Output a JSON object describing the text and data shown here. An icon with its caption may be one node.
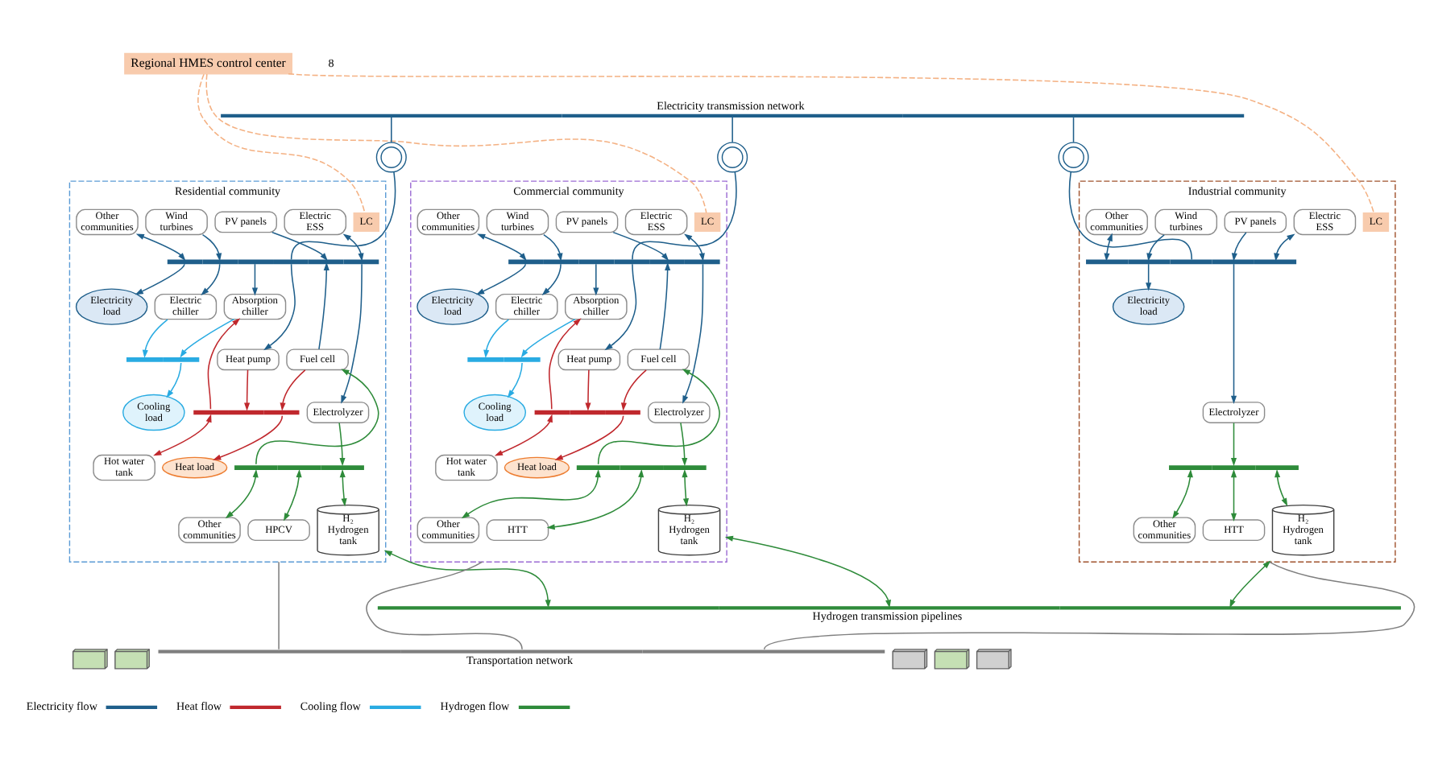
{
  "diagram": {
    "nodes": [
      {
        "text": [
          "Regional HMES control center"
        ]
      },
      {
        "text": [
          "Electricity transmission network"
        ]
      },
      {
        "text": [],
        "shape": "transformer"
      },
      {
        "text": [
          "Residential community"
        ]
      },
      {
        "text": [
          "LC"
        ],
        "in": 3
      },
      {
        "text": [],
        "shape": "bar",
        "in": 3
      },
      {
        "text": [
          "Other communities"
        ],
        "in": 3
      },
      {
        "text": [
          "Electricity load"
        ],
        "in": 3
      },
      {
        "text": [
          "Electric chiller"
        ],
        "in": 3
      },
      {
        "text": [
          "Wind turbines"
        ],
        "in": 3
      },
      {
        "text": [
          "Cooling load"
        ],
        "in": 3
      },
      {
        "text": [],
        "shape": "bar",
        "in": 3
      },
      {
        "text": [
          "Absorption chiller"
        ],
        "in": 3
      },
      {
        "text": [
          "PV panels"
        ],
        "in": 3
      },
      {
        "text": [
          "Hot water tank"
        ],
        "in": 3
      },
      {
        "text": [],
        "shape": "bar",
        "in": 3
      },
      {
        "text": [
          "Heat pump"
        ],
        "in": 3
      },
      {
        "text": [
          "Heat load"
        ],
        "in": 3
      },
      {
        "text": [
          "Fuel cell"
        ],
        "in": 3
      },
      {
        "text": [
          "Electric ESS"
        ],
        "in": 3
      },
      {
        "text": [],
        "shape": "bar",
        "in": 3
      },
      {
        "text": [
          "Other communities"
        ],
        "in": 3
      },
      {
        "text": [
          "Electrolyzer"
        ],
        "in": 3
      },
      {
        "text": [
          "HPCV"
        ],
        "in": 3
      },
      {
        "text": [
          "H₂",
          "Hydrogen tank"
        ],
        "in": 3
      },
      {
        "text": [],
        "shape": "transformer"
      },
      {
        "text": [
          "Commercial community"
        ]
      },
      {
        "text": [
          "LC"
        ],
        "in": 26
      },
      {
        "text": [],
        "shape": "bar",
        "in": 26
      },
      {
        "text": [
          "Other communities"
        ],
        "in": 26
      },
      {
        "text": [
          "Electricity load"
        ],
        "in": 26
      },
      {
        "text": [
          "Electric chiller"
        ],
        "in": 26
      },
      {
        "text": [
          "Wind turbines"
        ],
        "in": 26
      },
      {
        "text": [
          "Cooling load"
        ],
        "in": 26
      },
      {
        "text": [],
        "shape": "bar",
        "in": 26
      },
      {
        "text": [
          "Absorption chiller"
        ],
        "in": 26
      },
      {
        "text": [
          "PV panels"
        ],
        "in": 26
      },
      {
        "text": [
          "Hot water tank"
        ],
        "in": 26
      },
      {
        "text": [],
        "shape": "bar",
        "in": 26
      },
      {
        "text": [
          "Heat pump"
        ],
        "in": 26
      },
      {
        "text": [
          "Heat load"
        ],
        "in": 26
      },
      {
        "text": [
          "Fuel cell"
        ],
        "in": 26
      },
      {
        "text": [
          "Electric ESS"
        ],
        "in": 26
      },
      {
        "text": [],
        "shape": "bar",
        "in": 26
      },
      {
        "text": [
          "Other communities"
        ],
        "in": 26
      },
      {
        "text": [
          "Electrolyzer"
        ],
        "in": 26
      },
      {
        "text": [
          "HTT"
        ],
        "in": 26
      },
      {
        "text": [
          "H₂",
          "Hydrogen tank"
        ],
        "in": 26
      },
      {
        "text": [],
        "shape": "transformer"
      },
      {
        "text": [
          "Industrial community"
        ]
      },
      {
        "text": [
          "LC"
        ],
        "in": 49
      },
      {
        "text": [],
        "shape": "bar",
        "in": 49
      },
      {
        "text": [
          "Electricity load"
        ],
        "in": 49
      },
      {
        "text": [
          "Other communities"
        ],
        "in": 49
      },
      {
        "text": [
          "Wind turbines"
        ],
        "in": 49
      },
      {
        "text": [
          "PV panels"
        ],
        "in": 49
      },
      {
        "text": [
          "Electric ESS"
        ],
        "in": 49
      },
      {
        "text": [],
        "shape": "bar",
        "in": 49
      },
      {
        "text": [
          "Electrolyzer"
        ],
        "in": 49
      },
      {
        "text": [
          "Other communities"
        ],
        "in": 49
      },
      {
        "text": [
          "HTT"
        ],
        "in": 49
      },
      {
        "text": [
          "H₂",
          "Hydrogen tank"
        ],
        "in": 49
      },
      {
        "text": [
          "Hydrogen transmission pipelines"
        ]
      },
      {
        "text": [],
        "shape": "picture"
      },
      {
        "text": [],
        "shape": "picture"
      },
      {
        "text": [],
        "shape": "picture"
      },
      {
        "text": [],
        "shape": "picture"
      },
      {
        "text": [],
        "shape": "picture"
      },
      {
        "text": [
          "Transportation network"
        ]
      }
    ],
    "edges": [
      {
        "from": 0,
        "to": 4,
        "arrow": "none",
        "style": "dashed",
        "color": "#f4b183"
      },
      {
        "from": 0,
        "to": 27,
        "arrow": "none",
        "style": "dashed",
        "color": "#f4b183"
      },
      {
        "from": 0,
        "to": 50,
        "arrow": "none",
        "style": "dashed",
        "color": "#f4b183"
      },
      {
        "from": 1,
        "to": 2,
        "arrow": "none"
      },
      {
        "from": 2,
        "to": 5,
        "arrow": "none"
      },
      {
        "from": 6,
        "to": 5,
        "arrow": "both"
      },
      {
        "from": 5,
        "to": 7,
        "arrow": "to"
      },
      {
        "from": 5,
        "to": 8,
        "arrow": "to"
      },
      {
        "from": 9,
        "to": 5,
        "arrow": "to"
      },
      {
        "from": 5,
        "to": 12,
        "arrow": "to"
      },
      {
        "from": 13,
        "to": 5,
        "arrow": "to"
      },
      {
        "from": 5,
        "to": 16,
        "arrow": "to"
      },
      {
        "from": 18,
        "to": 5,
        "arrow": "to"
      },
      {
        "from": 19,
        "to": 5,
        "arrow": "both"
      },
      {
        "from": 5,
        "to": 22,
        "arrow": "to"
      },
      {
        "from": 8,
        "to": 11,
        "arrow": "to",
        "color": "#29abe2"
      },
      {
        "from": 12,
        "to": 11,
        "arrow": "to",
        "color": "#29abe2"
      },
      {
        "from": 11,
        "to": 10,
        "arrow": "to",
        "color": "#29abe2"
      },
      {
        "from": 15,
        "to": 12,
        "arrow": "to",
        "color": "#c0282d"
      },
      {
        "from": 15,
        "to": 14,
        "arrow": "both",
        "color": "#c0282d"
      },
      {
        "from": 16,
        "to": 15,
        "arrow": "to",
        "color": "#c0282d"
      },
      {
        "from": 15,
        "to": 17,
        "arrow": "to",
        "color": "#c0282d"
      },
      {
        "from": 18,
        "to": 15,
        "arrow": "to",
        "color": "#c0282d"
      },
      {
        "from": 20,
        "to": 18,
        "arrow": "to",
        "color": "#2e8b3a"
      },
      {
        "from": 20,
        "to": 21,
        "arrow": "both",
        "color": "#2e8b3a"
      },
      {
        "from": 22,
        "to": 20,
        "arrow": "to",
        "color": "#2e8b3a"
      },
      {
        "from": 20,
        "to": 23,
        "arrow": "both",
        "color": "#2e8b3a"
      },
      {
        "from": 20,
        "to": 24,
        "arrow": "both",
        "color": "#2e8b3a"
      },
      {
        "from": 3,
        "to": 62,
        "arrow": "both",
        "color": "#2e8b3a"
      },
      {
        "from": 3,
        "to": 68,
        "arrow": "none",
        "color": "#7f7f7f"
      },
      {
        "from": 1,
        "to": 25,
        "arrow": "none"
      },
      {
        "from": 25,
        "to": 28,
        "arrow": "none"
      },
      {
        "from": 29,
        "to": 28,
        "arrow": "both"
      },
      {
        "from": 28,
        "to": 30,
        "arrow": "to"
      },
      {
        "from": 28,
        "to": 31,
        "arrow": "to"
      },
      {
        "from": 32,
        "to": 28,
        "arrow": "to"
      },
      {
        "from": 28,
        "to": 35,
        "arrow": "to"
      },
      {
        "from": 36,
        "to": 28,
        "arrow": "to"
      },
      {
        "from": 28,
        "to": 39,
        "arrow": "to"
      },
      {
        "from": 41,
        "to": 28,
        "arrow": "to"
      },
      {
        "from": 42,
        "to": 28,
        "arrow": "both"
      },
      {
        "from": 28,
        "to": 45,
        "arrow": "to"
      },
      {
        "from": 31,
        "to": 34,
        "arrow": "to",
        "color": "#29abe2"
      },
      {
        "from": 35,
        "to": 34,
        "arrow": "to",
        "color": "#29abe2"
      },
      {
        "from": 34,
        "to": 33,
        "arrow": "to",
        "color": "#29abe2"
      },
      {
        "from": 38,
        "to": 35,
        "arrow": "to",
        "color": "#c0282d"
      },
      {
        "from": 38,
        "to": 37,
        "arrow": "both",
        "color": "#c0282d"
      },
      {
        "from": 39,
        "to": 38,
        "arrow": "to",
        "color": "#c0282d"
      },
      {
        "from": 38,
        "to": 40,
        "arrow": "to",
        "color": "#c0282d"
      },
      {
        "from": 41,
        "to": 38,
        "arrow": "to",
        "color": "#c0282d"
      },
      {
        "from": 43,
        "to": 41,
        "arrow": "to",
        "color": "#2e8b3a"
      },
      {
        "from": 43,
        "to": 44,
        "arrow": "both",
        "color": "#2e8b3a"
      },
      {
        "from": 45,
        "to": 43,
        "arrow": "to",
        "color": "#2e8b3a"
      },
      {
        "from": 43,
        "to": 46,
        "arrow": "both",
        "color": "#2e8b3a"
      },
      {
        "from": 43,
        "to": 47,
        "arrow": "both",
        "color": "#2e8b3a"
      },
      {
        "from": 26,
        "to": 62,
        "arrow": "both",
        "color": "#2e8b3a"
      },
      {
        "from": 26,
        "to": 68,
        "arrow": "none",
        "color": "#7f7f7f"
      },
      {
        "from": 1,
        "to": 48,
        "arrow": "none"
      },
      {
        "from": 48,
        "to": 51,
        "arrow": "none"
      },
      {
        "from": 51,
        "to": 52,
        "arrow": "to"
      },
      {
        "from": 53,
        "to": 51,
        "arrow": "both"
      },
      {
        "from": 54,
        "to": 51,
        "arrow": "to"
      },
      {
        "from": 55,
        "to": 51,
        "arrow": "to"
      },
      {
        "from": 56,
        "to": 51,
        "arrow": "both"
      },
      {
        "from": 51,
        "to": 58,
        "arrow": "to"
      },
      {
        "from": 58,
        "to": 57,
        "arrow": "to",
        "color": "#2e8b3a"
      },
      {
        "from": 57,
        "to": 59,
        "arrow": "both",
        "color": "#2e8b3a"
      },
      {
        "from": 57,
        "to": 60,
        "arrow": "both",
        "color": "#2e8b3a"
      },
      {
        "from": 57,
        "to": 61,
        "arrow": "both",
        "color": "#2e8b3a"
      },
      {
        "from": 49,
        "to": 62,
        "arrow": "both",
        "color": "#2e8b3a"
      },
      {
        "from": 49,
        "to": 68,
        "arrow": "none",
        "color": "#7f7f7f"
      }
    ],
    "labels": [
      "8"
    ],
    "legend": [
      {
        "text": "Electricity flow"
      },
      {
        "text": "Heat flow"
      },
      {
        "text": "Cooling flow"
      },
      {
        "text": "Hydrogen flow"
      }
    ]
  }
}
